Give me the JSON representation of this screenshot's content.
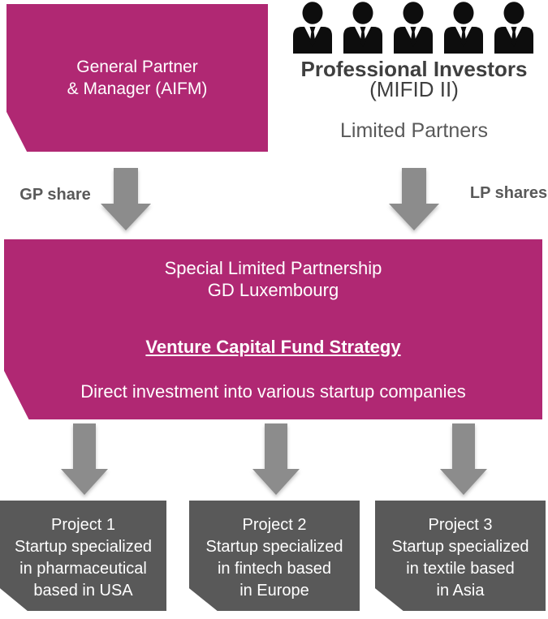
{
  "colors": {
    "magenta": "#B02873",
    "dark_gray": "#595959",
    "arrow_gray": "#8C8C8C",
    "text_dark": "#3F3F3F",
    "text_gray": "#595959",
    "icon_black": "#0D0D0D"
  },
  "general_partner_box": {
    "line1": "General Partner",
    "line2": "& Manager (AIFM)"
  },
  "investors": {
    "icon": "businessperson-silhouette",
    "icon_count": 5,
    "title": "Professional Investors",
    "subtitle": "(MIFID II)",
    "caption": "Limited Partners"
  },
  "flows": {
    "gp_label": "GP share",
    "lp_label": "LP shares"
  },
  "fund_box": {
    "line1": "Special Limited Partnership",
    "line2": "GD Luxembourg",
    "strategy": "Venture Capital Fund Strategy",
    "description": "Direct investment into various startup companies"
  },
  "projects": [
    {
      "line1": "Project 1",
      "line2": "Startup specialized",
      "line3": "in pharmaceutical",
      "line4": "based in USA"
    },
    {
      "line1": "Project 2",
      "line2": "Startup specialized",
      "line3": "in fintech based",
      "line4": "in Europe"
    },
    {
      "line1": "Project 3",
      "line2": "Startup specialized",
      "line3": "in textile based",
      "line4": "in Asia"
    }
  ]
}
